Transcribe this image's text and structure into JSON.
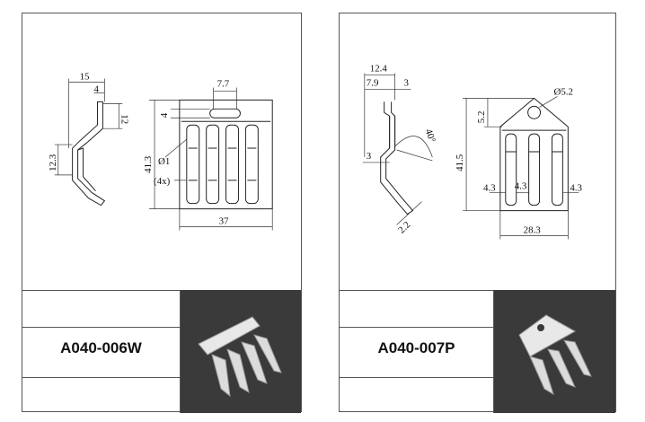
{
  "left": {
    "part_number": "A040-006W",
    "dims": {
      "d15": "15",
      "d4_top": "4",
      "d12": "12",
      "d12_3": "12.3",
      "d7_7": "7.7",
      "d4_side": "4",
      "d41_3": "41.3",
      "dphi1": "Ø1",
      "d4x": "(4x)",
      "d37": "37"
    }
  },
  "right": {
    "part_number": "A040-007P",
    "dims": {
      "d12_4": "12.4",
      "d7_9": "7.9",
      "d3_top": "3",
      "d40deg": "40°",
      "d3_side": "3",
      "d2_2": "2.2",
      "dphi5_2": "Ø5.2",
      "d5_2": "5.2",
      "d41_5": "41.5",
      "d4_3_a": "4.3",
      "d4_3_b": "4.3",
      "d4_3_c": "4.3",
      "d28_3": "28.3"
    }
  }
}
